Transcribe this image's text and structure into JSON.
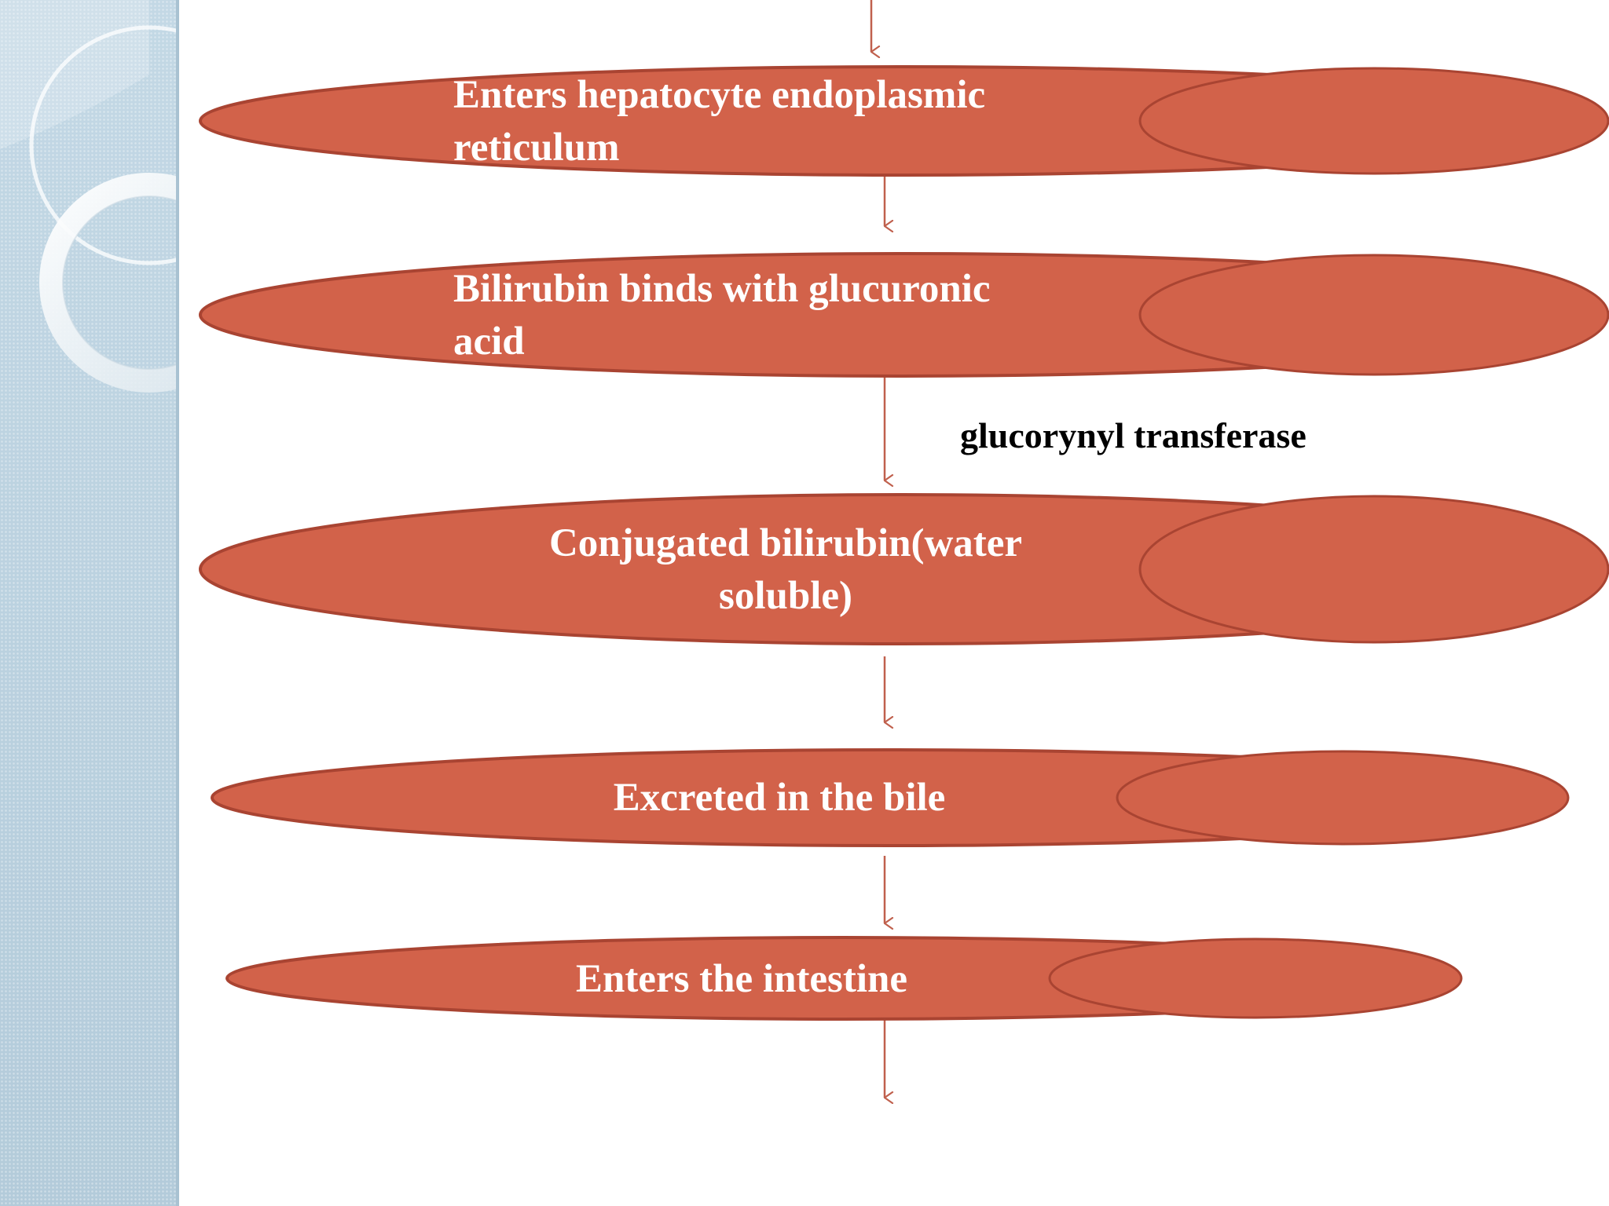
{
  "colors": {
    "node_fill": "#d2624a",
    "node_stroke": "#a94432",
    "arrow": "#c0604d",
    "sidebar": "#b8d0de",
    "text": "#ffffff",
    "label": "#000000"
  },
  "diagram": {
    "nodes": [
      {
        "id": "n1",
        "text": "Enters hepatocyte endoplasmic\nreticulum"
      },
      {
        "id": "n2",
        "text": "Bilirubin binds with glucuronic\nacid"
      },
      {
        "id": "n3",
        "text": "Conjugated bilirubin(water\nsoluble)"
      },
      {
        "id": "n4",
        "text": "Excreted in the bile"
      },
      {
        "id": "n5",
        "text": "Enters the intestine"
      }
    ],
    "edges": [
      {
        "from": null,
        "to": "n1"
      },
      {
        "from": "n1",
        "to": "n2"
      },
      {
        "from": "n2",
        "to": "n3",
        "label": "glucorynyl transferase"
      },
      {
        "from": "n3",
        "to": "n4"
      },
      {
        "from": "n4",
        "to": "n5"
      },
      {
        "from": "n5",
        "to": null
      }
    ]
  }
}
